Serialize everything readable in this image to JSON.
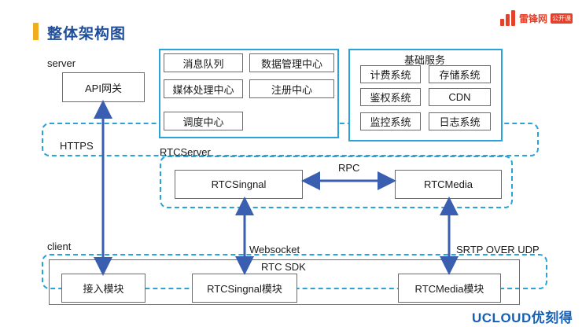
{
  "header": {
    "title": "整体架构图"
  },
  "brand": {
    "logo_text": "雷锋网",
    "logo_badge": "公开课",
    "footer": "UCLOUD优刻得"
  },
  "server": {
    "label": "server",
    "api_gateway": "API网关",
    "modules": [
      "消息队列",
      "数据管理中心",
      "媒体处理中心",
      "注册中心",
      "调度中心"
    ]
  },
  "basic_services": {
    "title": "基础服务",
    "items": [
      "计费系统",
      "存储系统",
      "鉴权系统",
      "CDN",
      "监控系统",
      "日志系统"
    ]
  },
  "https": {
    "label": "HTTPS"
  },
  "rtc_server": {
    "label": "RTCServer",
    "signal": "RTCSingnal",
    "media": "RTCMedia",
    "rpc": "RPC"
  },
  "links": {
    "websocket": "Websocket",
    "srtp": "SRTP OVER UDP"
  },
  "client": {
    "label": "client",
    "sdk_label": "RTC SDK",
    "access_module": "接入模块",
    "signal_module": "RTCSingnal模块",
    "media_module": "RTCMedia模块"
  },
  "colors": {
    "accent": "#2aa4d8",
    "arrow": "#3a5fb0",
    "title": "#1f4e9b",
    "title_bar": "#f0ad1e",
    "brand": "#e5412a"
  }
}
